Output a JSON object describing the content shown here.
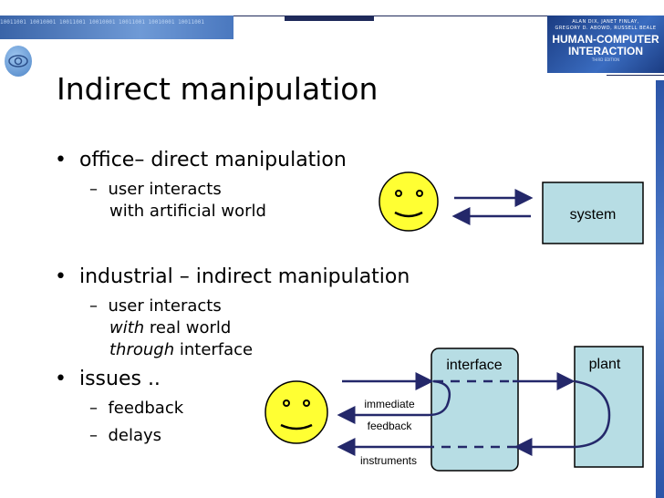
{
  "header": {
    "binary_strip": "10011001 10010001 10011001 10010001 10011001 10010001 10011001",
    "book": {
      "authors_line1": "ALAN DIX, JANET FINLAY,",
      "authors_line2": "GREGORY D. ABOWD, RUSSELL BEALE",
      "title_line1": "HUMAN-COMPUTER",
      "title_line2": "INTERACTION",
      "edition": "THIRD EDITION"
    }
  },
  "title": "Indirect manipulation",
  "bullets": [
    {
      "text": "office– direct manipulation",
      "sub": [
        {
          "lines": [
            "user interacts",
            "with artificial world"
          ]
        }
      ]
    },
    {
      "text": "industrial – indirect manipulation",
      "sub": [
        {
          "lines": [
            "user interacts"
          ],
          "italic_line2": "with",
          "line2_rest": " real world",
          "italic_line3": "through",
          "line3_rest": " interface"
        }
      ]
    },
    {
      "text": "issues ..",
      "sub": [
        {
          "text": "feedback"
        },
        {
          "text": "delays"
        }
      ]
    }
  ],
  "diagram1": {
    "system_label": "system"
  },
  "diagram2": {
    "interface_label": "interface",
    "plant_label": "plant",
    "immediate_label": "immediate",
    "feedback_label": "feedback",
    "instruments_label": "instruments"
  },
  "colors": {
    "arrow": "#24286a",
    "box_fill": "#b7dde4",
    "smiley": "#ffff33",
    "book_bg": "#1b3c82"
  }
}
